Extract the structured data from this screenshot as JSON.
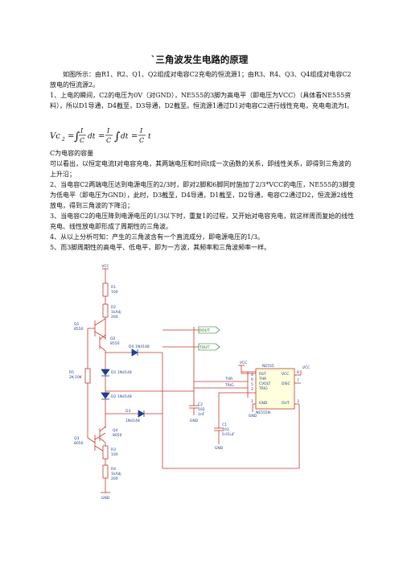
{
  "title": "`三角波发生电路的原理",
  "paragraphs": [
    "如图所示：由R1、R2、Q1、Q2组成对电容C2充电的恒流源1；由R3、R4、Q3、Q4组成对电容C2放电的恒流源2。",
    "1、上电的瞬间，C2的电压为0V（对GND），NE555的3脚为高电平（即电压为VCC）（具体看NE555资料），所以D1导通，D4截至，D3导通，D2截至。恒流源1通过D1对电容C2进行线性充电，充电电流为I。"
  ],
  "formula": {
    "lhs": "Vc",
    "sub": "2",
    "I": "I",
    "C": "C",
    "dt": "dt",
    "t": "t"
  },
  "paragraphs2": [
    "C为电容的容量",
    "可以看出，以恒定电流I对电容充电，其两端电压和时间t成一次函数的关系，即线性关系，即得到三角波的上升沿；",
    "2、当电容C2两端电压达到电源电压的2/3时，即对2脚和6脚同时施加了2/3*VCC的电压，NE555的3脚变为低电平（即电压为GND），此时，D3截至，D4导通，D1截至，D2导通，电容C2通过D2，恒流源2线性放电，得到三角波的下降沿；",
    "3、当电容C2的电压降到电源电压的1/3以下时，重复1的过程，又开始对电容充电，就这样周而复始的线性充电、线性放电即形成了周期性的三角波。",
    "4、从以上分析可知：产生的三角波含有一个直流成分，即电源电压的1/3。",
    "5、而3脚周期性的高电平、低电平，即为一方波，其频率和三角波频率一样。"
  ],
  "circuit": {
    "vcc": "VCC",
    "gnd": "GND",
    "r1": "R1",
    "r1v": "100",
    "r2": "R2",
    "r2v": "1kAdj",
    "r2v2": "200",
    "q1": "Q1",
    "q1t": "8550",
    "q2": "Q2",
    "q2t": "8550",
    "r5": "R5",
    "r5v": "2K-10K",
    "d4": "D4",
    "d4t": "1N4148",
    "d1": "D1",
    "d1t": "1N4148",
    "d2": "D2",
    "d2t": "1N4148",
    "d3": "D3",
    "d3t": "1N4148",
    "q3": "Q3",
    "q3t": "8050",
    "q4": "Q4",
    "q4t": "8050",
    "r3": "R3",
    "r3v": "100",
    "r4": "R4",
    "r4v": "1kAdj",
    "r4v2": "200",
    "c2": "C2",
    "c2v": "102",
    "c2u": "1nF",
    "c1": "C1",
    "c1v": "103",
    "c1u": "0.01uF",
    "rout": "ROUT",
    "tout": "TOUT",
    "thr": "THR",
    "trig": "TRIG",
    "ne555": "NE555",
    "ne555n": "NE555N",
    "pin_rst": "RST",
    "pin_thr": "THR",
    "pin_cvolt": "CVOLT",
    "pin_trig": "TRIG",
    "pin_gnd": "GND",
    "pin_vcc": "VCC",
    "pin_disc": "DISC",
    "pin_out": "OUT",
    "n4": "4",
    "n6": "6",
    "n5": "5",
    "n2": "2",
    "n1": "1",
    "n8": "8",
    "n7": "7",
    "n3": "3"
  }
}
